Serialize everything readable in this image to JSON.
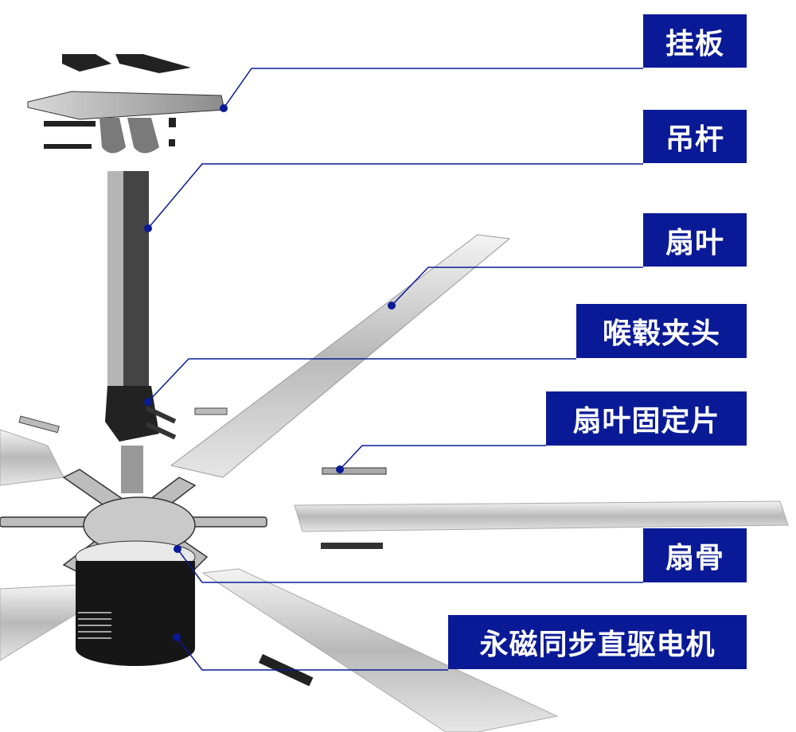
{
  "diagram": {
    "type": "exploded-view",
    "subject": "industrial HVLS ceiling fan",
    "accent_color": "#0a1a96",
    "labels": [
      {
        "id": "mounting-plate",
        "text": "挂板"
      },
      {
        "id": "hanging-rod",
        "text": "吊杆"
      },
      {
        "id": "fan-blade",
        "text": "扇叶"
      },
      {
        "id": "hub-clamp",
        "text": "喉毂夹头"
      },
      {
        "id": "blade-fixing-plate",
        "text": "扇叶固定片"
      },
      {
        "id": "fan-spoke",
        "text": "扇骨"
      },
      {
        "id": "pmsm-direct-drive-motor",
        "text": "永磁同步直驱电机"
      }
    ]
  }
}
